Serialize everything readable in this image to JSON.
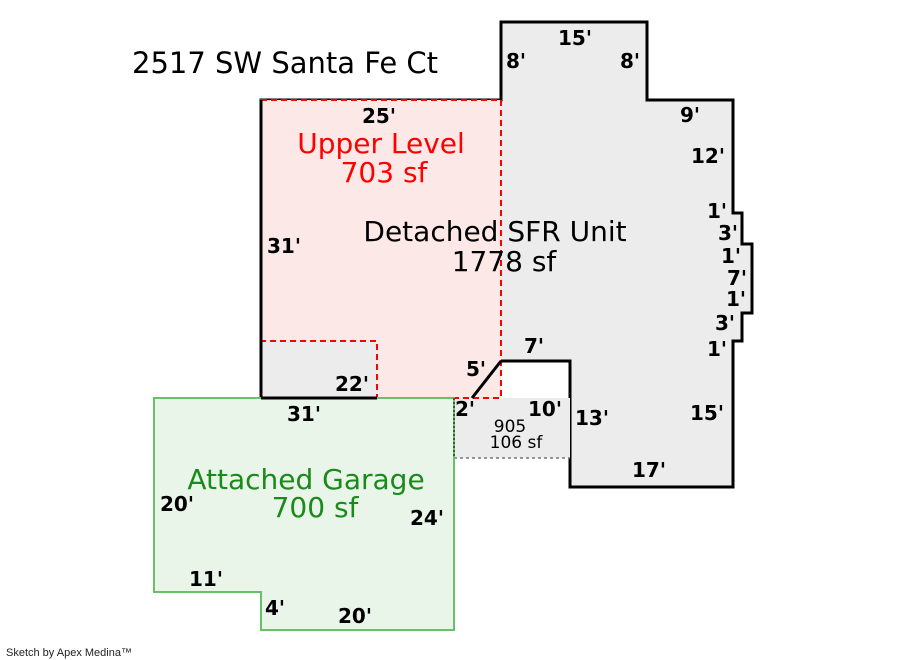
{
  "title": "2517 SW Santa Fe Ct",
  "credit": "Sketch by Apex Medina™",
  "colors": {
    "sfr_fill": "#ececec",
    "upper_fill": "#fde8e8",
    "upper_stroke": "#ff0000",
    "garage_fill": "#eaf5ea",
    "garage_stroke": "#6abf6a",
    "garage_text": "#1a8a1a"
  },
  "areas": {
    "sfr": {
      "name": "Detached SFR Unit",
      "size": "1778 sf"
    },
    "upper": {
      "name": "Upper Level",
      "size": "703 sf"
    },
    "garage": {
      "name": "Attached Garage",
      "size": "700 sf"
    },
    "sub": {
      "name": "905",
      "size": "106 sf"
    }
  },
  "dims": [
    "15'",
    "8'",
    "8'",
    "9'",
    "12'",
    "1'",
    "3'",
    "1'",
    "7'",
    "1'",
    "3'",
    "1'",
    "15'",
    "17'",
    "13'",
    "10'",
    "7'",
    "5'",
    "2'",
    "25'",
    "31'",
    "22'",
    "31'",
    "20'",
    "24'",
    "11'",
    "4'",
    "20'"
  ]
}
